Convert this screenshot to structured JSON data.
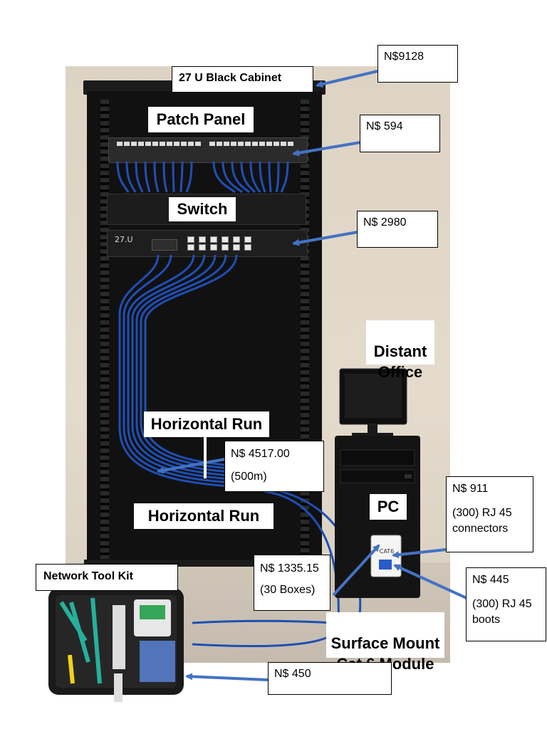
{
  "labels": {
    "cabinet": "27 U Black Cabinet",
    "patch_panel": "Patch Panel",
    "switch": "Switch",
    "rack_unit": "27.U",
    "distant_office": "Distant\nOffice",
    "horizontal_run_1": "Horizontal Run",
    "horizontal_run_2": "Horizontal Run",
    "pc": "PC",
    "surface_mount": "Surface Mount\nCat 6 Module",
    "module_tag": "CAT6",
    "tool_kit": "Network Tool Kit"
  },
  "prices": {
    "cabinet": "N$9128",
    "patch_panel": "N$ 594",
    "switch": "N$ 2980",
    "cable": "N$ 4517.00",
    "cable_qty": "(500m)",
    "module": "N$ 1335.15",
    "module_qty": "(30 Boxes)",
    "connectors": "N$ 911",
    "connectors_qty": "(300) RJ 45\nconnectors",
    "boots": "N$ 445",
    "boots_qty": "(300) RJ 45\nboots",
    "tool_kit": "N$ 450"
  },
  "colors": {
    "arrow": "#4472c4",
    "cable": "#1f4fb5",
    "cabinet": "#111111",
    "backdrop": "#ddd3c3"
  }
}
